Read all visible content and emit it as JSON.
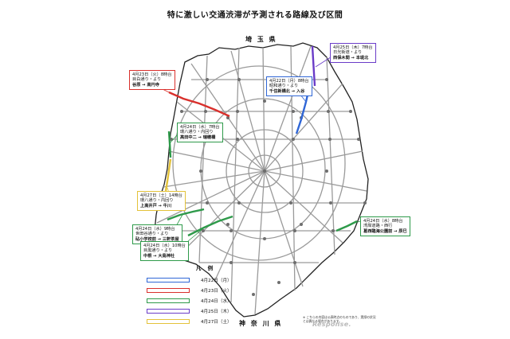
{
  "title": "特に激しい交通渋滞が予測される路線及び区間",
  "prefectures": {
    "north": "埼 玉 県",
    "south": "神 奈 川 県"
  },
  "callouts": [
    {
      "id": "apr23",
      "l1": "4月23日（火）8時台",
      "l2": "目白通り・より",
      "l3": "谷原 → 高円寺",
      "color": "#d9302c"
    },
    {
      "id": "apr25",
      "l1": "4月25日（木）7時台",
      "l2": "日光街道・より",
      "l3": "西保木間 → 本堤北",
      "color": "#6a3cc8"
    },
    {
      "id": "apr22",
      "l1": "4月22日（月）8時台",
      "l2": "昭和通り・より",
      "l3": "千住新橋北 → 入谷",
      "color": "#2f66d6"
    },
    {
      "id": "apr24a",
      "l1": "4月24日（水）7時台",
      "l2": "環八通り・内回り",
      "l3": "高田中二 → 瑞穂橋",
      "color": "#2e9a4a"
    },
    {
      "id": "apr27",
      "l1": "4月27日（土）14時台",
      "l2": "環八通り・内回り",
      "l3": "上高井戸 → 牛川",
      "color": "#e3c23a"
    },
    {
      "id": "apr24b",
      "l1": "4月24日（水）9時台",
      "l2": "世田谷通り・より",
      "l3": "砧小学校前 → 三軒茶屋",
      "color": "#2e9a4a"
    },
    {
      "id": "apr24c",
      "l1": "4月24日（水）10時台",
      "l2": "目黒通り・より",
      "l3": "中根 → 大鳥神社",
      "color": "#2e9a4a"
    },
    {
      "id": "apr24d",
      "l1": "4月24日（水）8時台",
      "l2": "湾岸道路・西行",
      "l3": "葛西臨海公園前 → 辰巳",
      "color": "#2e9a4a"
    }
  ],
  "legend": {
    "title": "凡 例",
    "items": [
      {
        "label": "4月22日（月）",
        "color": "#2f66d6"
      },
      {
        "label": "4月23日（火）",
        "color": "#d9302c"
      },
      {
        "label": "4月24日（水）",
        "color": "#2e9a4a"
      },
      {
        "label": "4月25日（木）",
        "color": "#6a3cc8"
      },
      {
        "label": "4月27日（土）",
        "color": "#e3c23a"
      }
    ]
  },
  "note": "※ こちらの内容は公表時点のものであり、実際の状況とは異なる場合があります。",
  "watermark": "Response."
}
